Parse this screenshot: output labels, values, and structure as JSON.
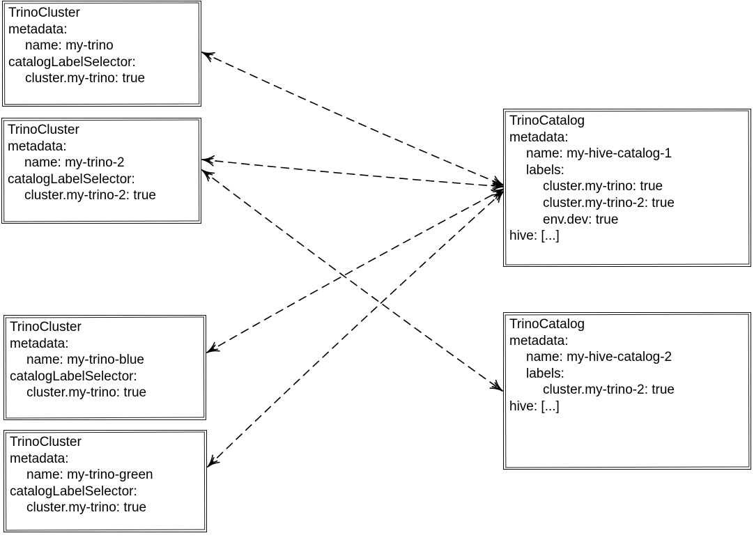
{
  "diagram": {
    "colors": {
      "background": "#ffffff",
      "stroke": "#000000",
      "text": "#000000"
    },
    "nodes": [
      {
        "id": "trino-cluster-my-trino",
        "kind": "TrinoCluster",
        "name": "my-trino",
        "lines": [
          "TrinoCluster",
          "metadata:",
          "name: my-trino",
          "catalogLabelSelector:",
          "cluster.my-trino: true"
        ]
      },
      {
        "id": "trino-cluster-my-trino-2",
        "kind": "TrinoCluster",
        "name": "my-trino-2",
        "lines": [
          "TrinoCluster",
          "metadata:",
          "name: my-trino-2",
          "catalogLabelSelector:",
          "cluster.my-trino-2: true"
        ]
      },
      {
        "id": "trino-cluster-my-trino-blue",
        "kind": "TrinoCluster",
        "name": "my-trino-blue",
        "lines": [
          "TrinoCluster",
          "metadata:",
          "name: my-trino-blue",
          "catalogLabelSelector:",
          "cluster.my-trino: true"
        ]
      },
      {
        "id": "trino-cluster-my-trino-green",
        "kind": "TrinoCluster",
        "name": "my-trino-green",
        "lines": [
          "TrinoCluster",
          "metadata:",
          "name: my-trino-green",
          "catalogLabelSelector:",
          "cluster.my-trino: true"
        ]
      },
      {
        "id": "trino-catalog-my-hive-catalog-1",
        "kind": "TrinoCatalog",
        "name": "my-hive-catalog-1",
        "lines": [
          "TrinoCatalog",
          "metadata:",
          "name: my-hive-catalog-1",
          "labels:",
          "cluster.my-trino: true",
          "cluster.my-trino-2: true",
          "env.dev: true",
          "hive: [...]"
        ]
      },
      {
        "id": "trino-catalog-my-hive-catalog-2",
        "kind": "TrinoCatalog",
        "name": "my-hive-catalog-2",
        "lines": [
          "TrinoCatalog",
          "metadata:",
          "name: my-hive-catalog-2",
          "labels:",
          "cluster.my-trino-2: true",
          "hive: [...]"
        ]
      }
    ],
    "connections": [
      {
        "from": "trino-cluster-my-trino",
        "to": "trino-catalog-my-hive-catalog-1",
        "line_style": "dashed",
        "arrowheads": "both"
      },
      {
        "from": "trino-cluster-my-trino-2",
        "to": "trino-catalog-my-hive-catalog-1",
        "line_style": "dashed",
        "arrowheads": "both"
      },
      {
        "from": "trino-cluster-my-trino-blue",
        "to": "trino-catalog-my-hive-catalog-1",
        "line_style": "dashed",
        "arrowheads": "both"
      },
      {
        "from": "trino-cluster-my-trino-green",
        "to": "trino-catalog-my-hive-catalog-1",
        "line_style": "dashed",
        "arrowheads": "both"
      },
      {
        "from": "trino-cluster-my-trino-2",
        "to": "trino-catalog-my-hive-catalog-2",
        "line_style": "dashed",
        "arrowheads": "both"
      }
    ]
  }
}
